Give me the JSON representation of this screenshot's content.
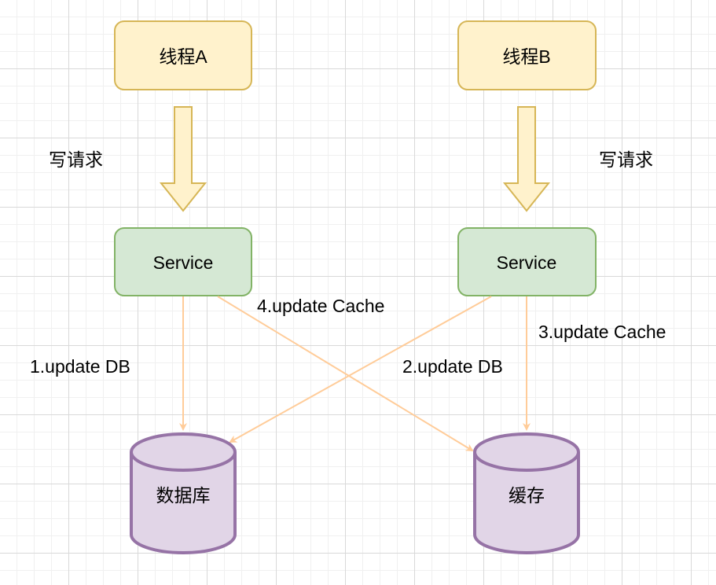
{
  "threads": {
    "a": "线程A",
    "b": "线程B"
  },
  "requests": {
    "left": "写请求",
    "right": "写请求"
  },
  "services": {
    "left": "Service",
    "right": "Service"
  },
  "steps": {
    "step1": "1.update DB",
    "step2": "2.update DB",
    "step3": "3.update Cache",
    "step4": "4.update Cache"
  },
  "stores": {
    "database": "数据库",
    "cache": "缓存"
  },
  "colors": {
    "thread_fill": "#fff2cc",
    "thread_stroke": "#d6b656",
    "service_fill": "#d5e8d4",
    "service_stroke": "#82b366",
    "store_fill": "#e1d5e7",
    "store_stroke": "#9673a6",
    "connector": "#ffcc99"
  }
}
